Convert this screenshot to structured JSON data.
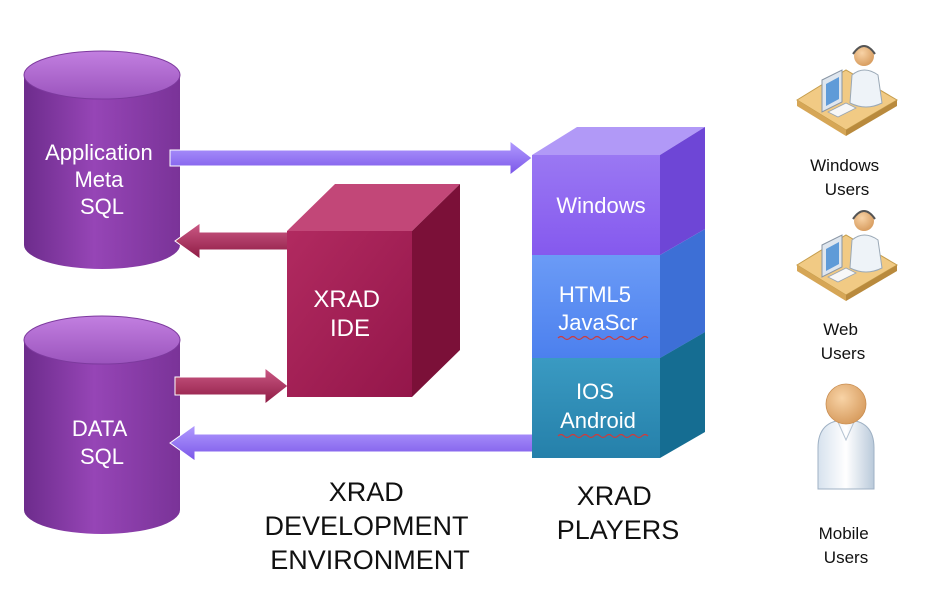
{
  "databases": {
    "app_meta": {
      "lines": [
        "Application",
        "Meta",
        "SQL"
      ]
    },
    "data": {
      "lines": [
        "DATA",
        "SQL"
      ]
    }
  },
  "ide": {
    "lines": [
      "XRAD",
      "IDE"
    ]
  },
  "players": {
    "windows": {
      "lines": [
        "Windows"
      ]
    },
    "html5": {
      "lines": [
        "HTML5",
        "JavaScr"
      ]
    },
    "ios": {
      "lines": [
        "IOS",
        "Android"
      ]
    }
  },
  "captions": {
    "dev_env": [
      "XRAD",
      "DEVELOPMENT",
      "ENVIRONMENT"
    ],
    "players": [
      "XRAD",
      "PLAYERS"
    ]
  },
  "users": {
    "windows": {
      "lines": [
        "Windows",
        "Users"
      ],
      "icon": "desktop-user-icon"
    },
    "web": {
      "lines": [
        "Web",
        "Users"
      ],
      "icon": "desktop-user-icon"
    },
    "mobile": {
      "lines": [
        "Mobile",
        "Users"
      ],
      "icon": "person-icon"
    }
  },
  "colors": {
    "database": "#8a3fa8",
    "ide": "#a21f52",
    "windows_block": "#8f66f0",
    "html5_block": "#5a8df2",
    "ios_block": "#2f8fb6",
    "flow_arrow": "#8b6cf0",
    "ide_arrow": "#9e1f4d"
  }
}
